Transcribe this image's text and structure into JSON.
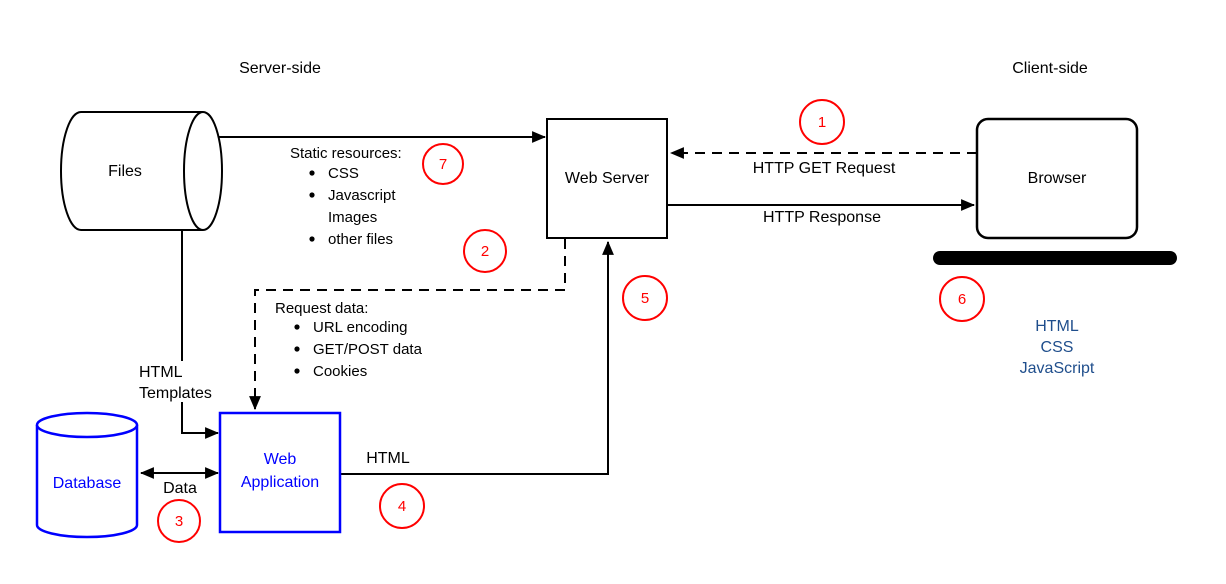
{
  "regions": {
    "server_side": "Server-side",
    "client_side": "Client-side"
  },
  "nodes": {
    "files": {
      "label": "Files"
    },
    "web_server": {
      "label": "Web Server"
    },
    "browser": {
      "label": "Browser"
    },
    "database": {
      "label": "Database"
    },
    "web_application": {
      "line1": "Web",
      "line2": "Application"
    }
  },
  "edge_labels": {
    "http_get_request": "HTTP GET Request",
    "http_response": "HTTP Response",
    "html_templates": {
      "line1": "HTML",
      "line2": "Templates"
    },
    "data": "Data",
    "html": "HTML"
  },
  "annotations": {
    "static_resources": {
      "header": "Static resources:",
      "items": [
        "CSS",
        "Javascript",
        "Images",
        "other files"
      ]
    },
    "request_data": {
      "header": "Request data:",
      "items": [
        "URL encoding",
        "GET/POST data",
        "Cookies"
      ]
    }
  },
  "browser_output": {
    "items": [
      "HTML",
      "CSS",
      "JavaScript"
    ]
  },
  "steps": {
    "s1": "1",
    "s2": "2",
    "s3": "3",
    "s4": "4",
    "s5": "5",
    "s6": "6",
    "s7": "7"
  },
  "colors": {
    "shape_outline": "#000000",
    "db_app_blue": "#0000FF",
    "step_red": "#FF0000",
    "browser_output_blue": "#1F4E8C",
    "background": "#FFFFFF"
  }
}
